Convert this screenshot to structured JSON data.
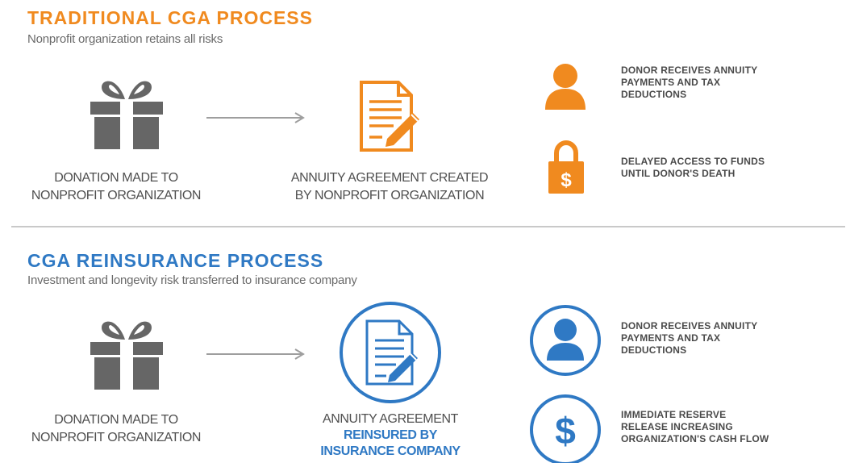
{
  "colors": {
    "orange": "#f08a1f",
    "blue": "#2f79c4",
    "gray_icon": "#666666",
    "arrow": "#9e9e9e"
  },
  "traditional": {
    "title": "TRADITIONAL CGA PROCESS",
    "subtitle": "Nonprofit organization retains all risks",
    "donation_caption": [
      "DONATION MADE TO",
      "NONPROFIT ORGANIZATION"
    ],
    "agreement_caption": [
      "ANNUITY AGREEMENT CREATED",
      "BY NONPROFIT ORGANIZATION"
    ],
    "outcomes": [
      {
        "icon": "person-icon",
        "lines": [
          "DONOR RECEIVES ANNUITY",
          "PAYMENTS AND TAX",
          "DEDUCTIONS"
        ]
      },
      {
        "icon": "padlock-dollar-icon",
        "lines": [
          "DELAYED ACCESS TO FUNDS",
          "UNTIL DONOR'S DEATH"
        ]
      }
    ]
  },
  "reinsurance": {
    "title": "CGA REINSURANCE PROCESS",
    "subtitle": "Investment and longevity risk transferred to insurance company",
    "donation_caption": [
      "DONATION MADE TO",
      "NONPROFIT ORGANIZATION"
    ],
    "agreement_caption": [
      "ANNUITY AGREEMENT"
    ],
    "agreement_caption_highlight": [
      "REINSURED BY",
      "INSURANCE COMPANY"
    ],
    "outcomes": [
      {
        "icon": "person-icon",
        "lines": [
          "DONOR RECEIVES ANNUITY",
          "PAYMENTS AND TAX",
          "DEDUCTIONS"
        ]
      },
      {
        "icon": "dollar-icon",
        "lines": [
          "IMMEDIATE RESERVE",
          "RELEASE INCREASING",
          "ORGANIZATION'S CASH FLOW"
        ]
      }
    ]
  }
}
